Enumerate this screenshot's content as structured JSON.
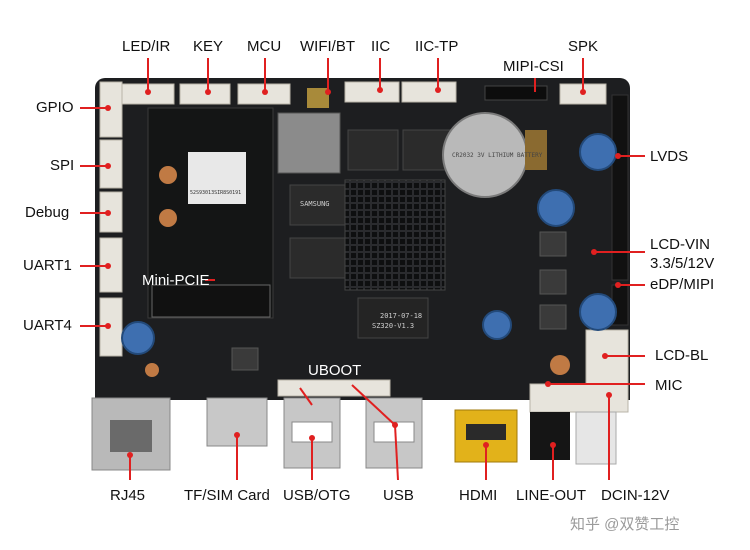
{
  "labels": {
    "led_ir": "LED/IR",
    "key": "KEY",
    "mcu": "MCU",
    "wifi_bt": "WIFI/BT",
    "iic": "IIC",
    "iic_tp": "IIC-TP",
    "spk": "SPK",
    "mipi_csi": "MIPI-CSI",
    "gpio": "GPIO",
    "spi": "SPI",
    "debug": "Debug",
    "uart1": "UART1",
    "uart4": "UART4",
    "mini_pcie": "Mini-PCIE",
    "lvds": "LVDS",
    "lcd_vin": "LCD-VIN",
    "lcd_vin_volts": "3.3/5/12V",
    "edp_mipi": "eDP/MIPI",
    "lcd_bl": "LCD-BL",
    "mic": "MIC",
    "uboot": "UBOOT",
    "rj45": "RJ45",
    "tf_sim": "TF/SIM Card",
    "usb_otg": "USB/OTG",
    "usb": "USB",
    "hdmi": "HDMI",
    "line_out": "LINE-OUT",
    "dcin": "DCIN-12V"
  },
  "watermark": "知乎 @双赞工控",
  "board_silk": {
    "model": "SZ320-V1.3",
    "date": "2017-07-18",
    "battery": "CR2032 3V LITHIUM BATTERY",
    "ram": "SAMSUNG",
    "sn": "52S93013SIR8S0191"
  },
  "colors": {
    "pcb": "#1d1e20",
    "connector": "#e7e4dc",
    "label_line": "#e02020",
    "hdmi_gold": "#e2b21a",
    "capacitor": "#3e6fb0"
  }
}
